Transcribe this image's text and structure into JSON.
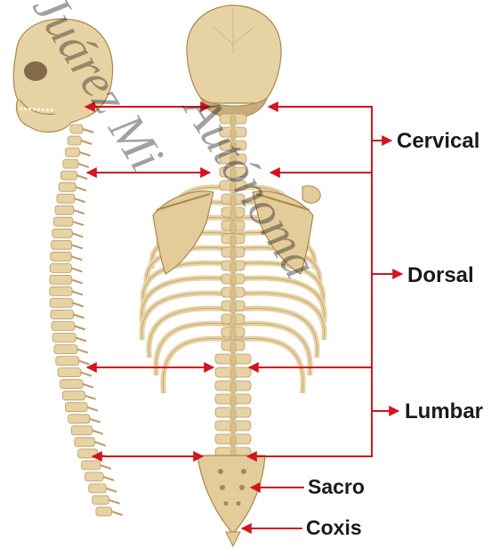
{
  "labels": {
    "cervical": "Cervical",
    "dorsal": "Dorsal",
    "lumbar": "Lumbar",
    "sacro": "Sacro",
    "coxis": "Coxis"
  },
  "watermark": {
    "line1": "Juárez Mi",
    "line2": "Autónoma"
  },
  "colors": {
    "bone": "#e7d2a4",
    "bone_shadow": "#b89a64",
    "arrow": "#d4141e",
    "text": "#1a1a1a"
  }
}
